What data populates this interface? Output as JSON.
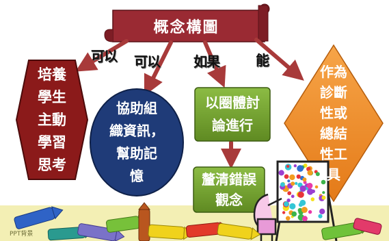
{
  "diagram": {
    "root": "概念構圖",
    "edges": [
      {
        "label": "可以",
        "to": "培養學生主動學習思考"
      },
      {
        "label": "可以",
        "to": "協助組織資訊，幫助記憶"
      },
      {
        "label": "如果",
        "to": "以圈體討論進行"
      },
      {
        "label": "能",
        "to": "作為診斷性或總結性工具"
      }
    ],
    "nodes": {
      "hexagon": "培養\n學生\n主動\n學習\n思考",
      "circle": "協助組\n織資訊，\n幫助記\n憶",
      "discuss": "以圈體討\n論進行",
      "clarify": "釐清錯誤\n觀念",
      "diamond": "作為\n診斷\n性或\n總結\n性工\n具"
    },
    "colors": {
      "banner": "#9a2a33",
      "hexagon": "#8b1a1a",
      "circle": "#1f3b78",
      "green_box": "#78a632",
      "diamond": "#f08c2a",
      "arrow": "#a83a3a"
    },
    "footer_label": "PPT背景"
  }
}
